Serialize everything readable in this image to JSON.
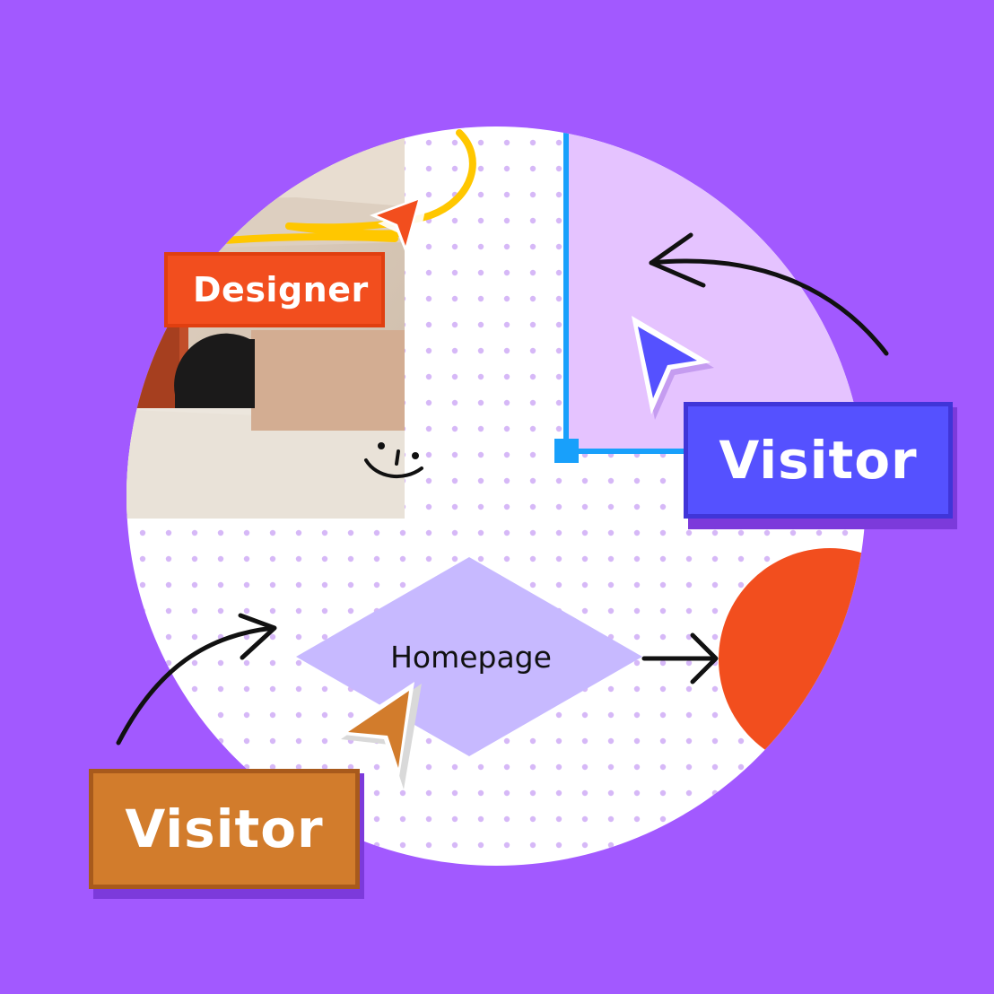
{
  "labels": {
    "designer": "Designer",
    "visitor_right": "Visitor",
    "visitor_left": "Visitor"
  },
  "flowchart": {
    "node_label": "Homepage"
  },
  "colors": {
    "background": "#A259FF",
    "canvas": "#FFFFFF",
    "dot_grid": "#D6B8F7",
    "designer": "#F24E1E",
    "visitor_blue": "#5551FF",
    "visitor_orange": "#D27C2C",
    "diamond": "#C7B9FF",
    "selection_frame": "#E5C3FF",
    "selection_stroke": "#18A0FB",
    "scribble": "#FFC700"
  },
  "icons": [
    "designer-cursor-icon",
    "visitor-blue-cursor-icon",
    "visitor-orange-cursor-icon",
    "curved-arrow-icon",
    "smiley-doodle-icon",
    "scribble-icon"
  ]
}
